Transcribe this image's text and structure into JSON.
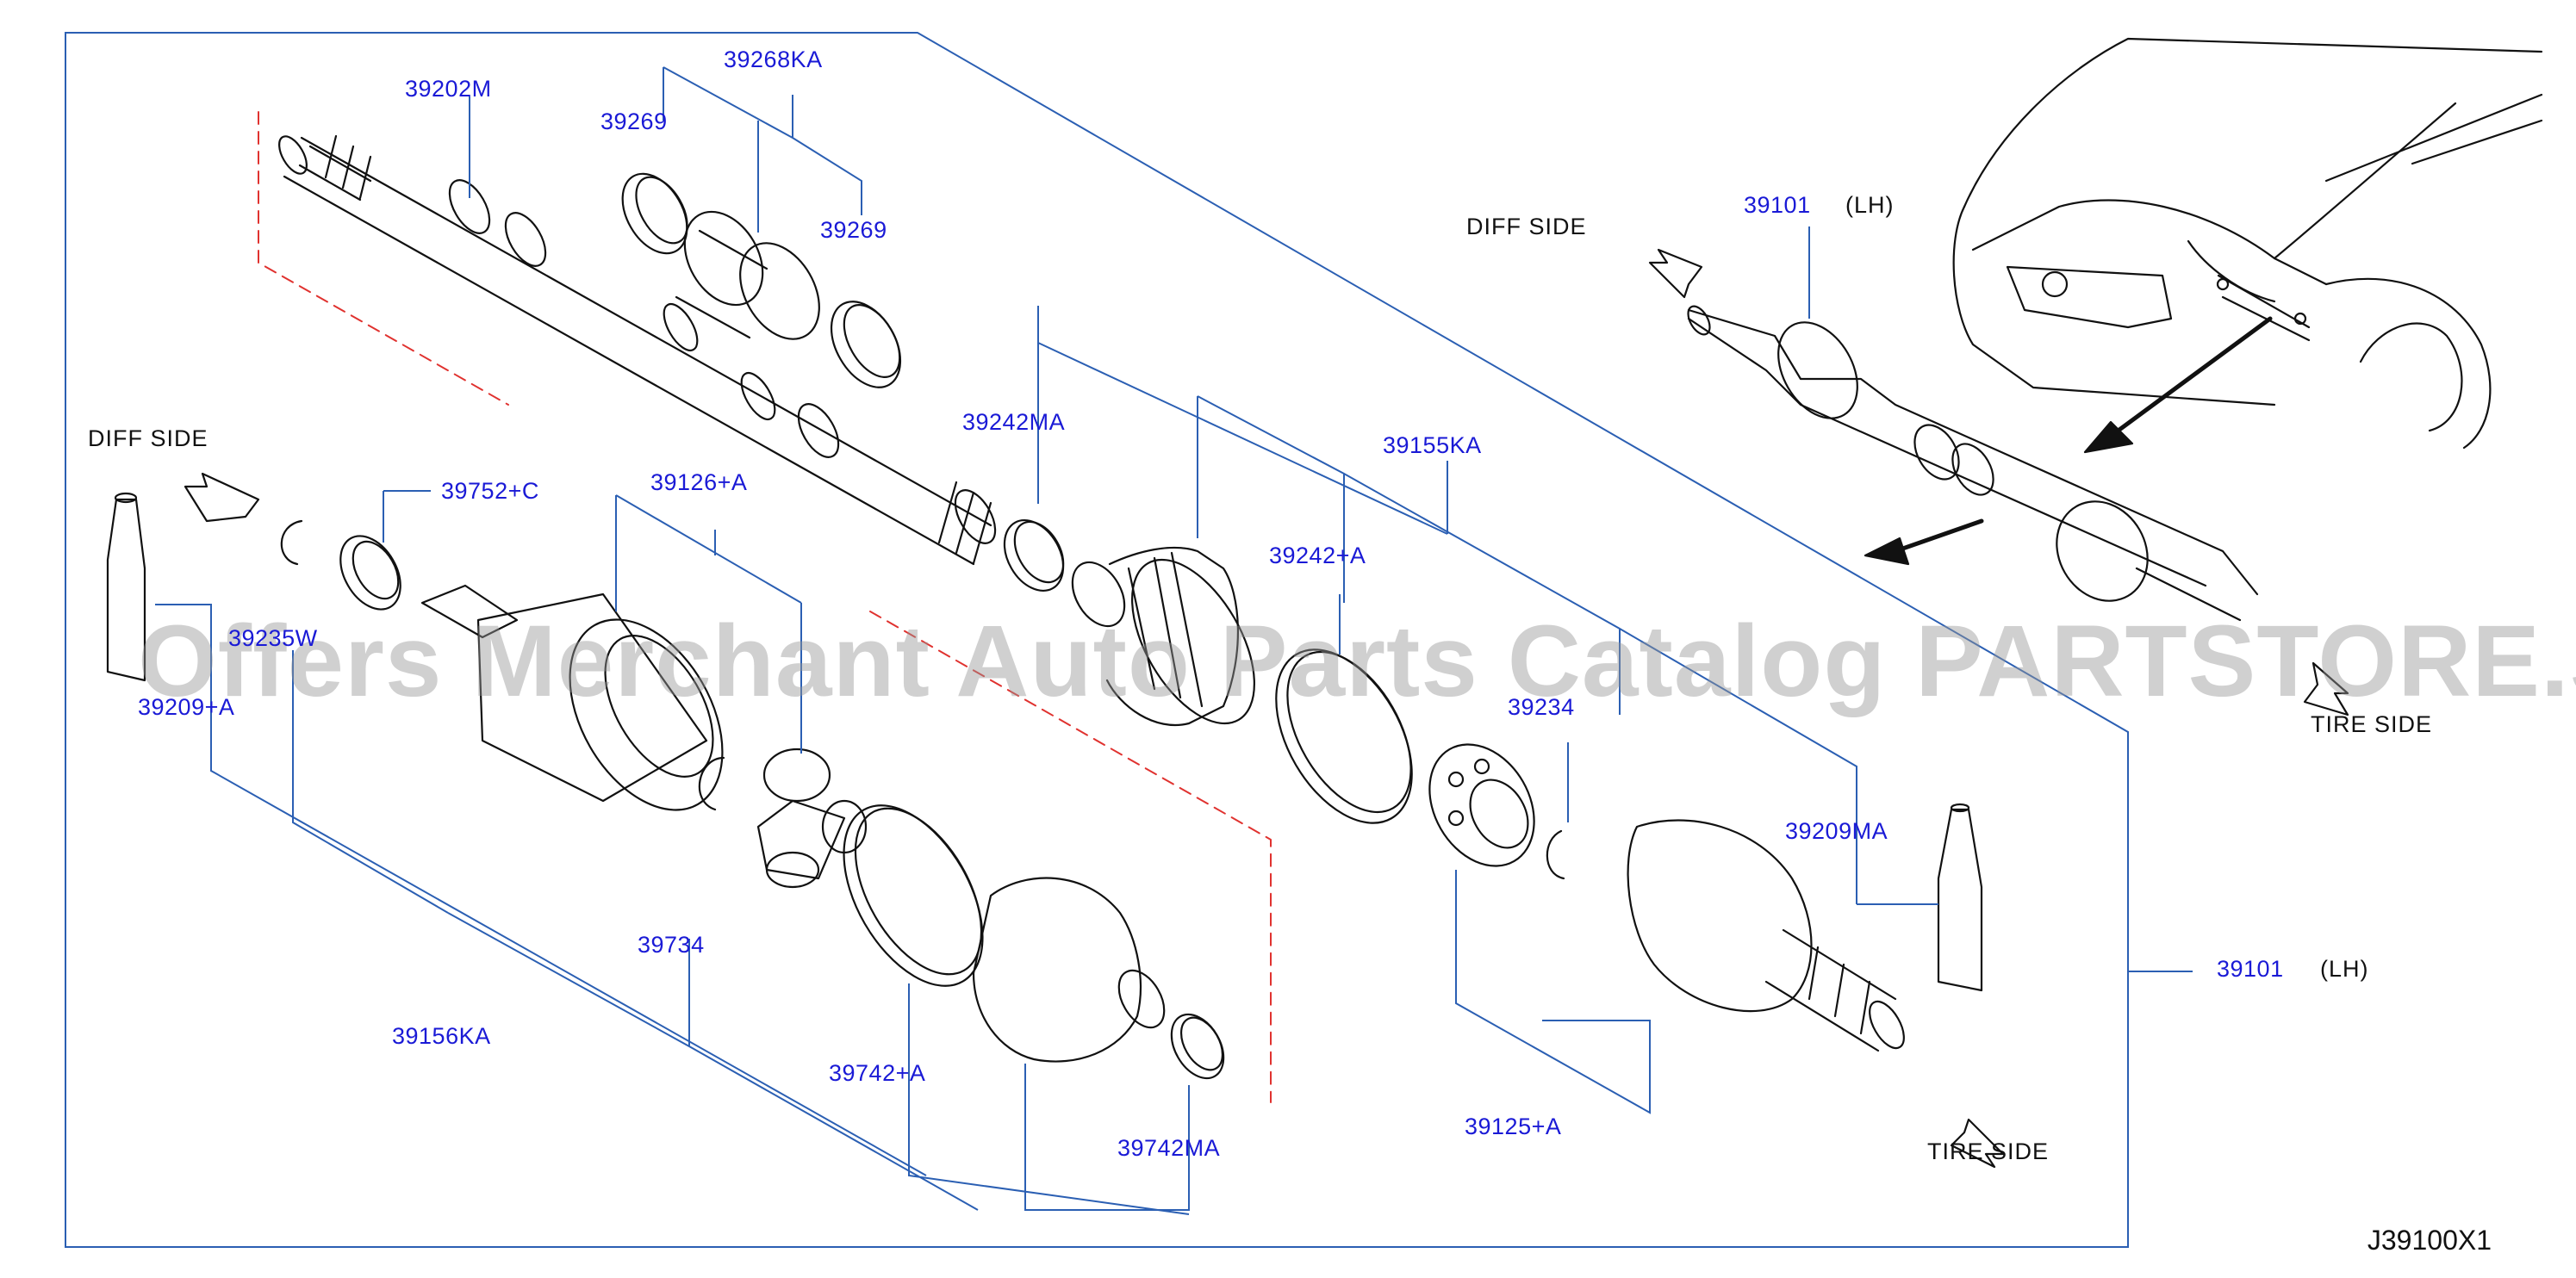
{
  "diagram_id": "J39100X1",
  "watermark": "Offers Merchant Auto Parts Catalog PARTSTORE.SA",
  "notes": {
    "diff_side": "DIFF   SIDE",
    "tire_side": "TIRE   SIDE",
    "lh": "(LH)"
  },
  "parts": {
    "p39202M": "39202M",
    "p39268KA": "39268KA",
    "p39269": "39269",
    "p39242MA": "39242MA",
    "p39155KA": "39155KA",
    "p39101": "39101",
    "p39752C": "39752+C",
    "p39126A": "39126+A",
    "p39242A": "39242+A",
    "p39235W": "39235W",
    "p39209A": "39209+A",
    "p39234": "39234",
    "p39209MA": "39209MA",
    "p39734": "39734",
    "p39156KA": "39156KA",
    "p39742A": "39742+A",
    "p39742MA": "39742MA",
    "p39125A": "39125+A"
  },
  "colors": {
    "leader": "#2b5fb3",
    "label": "#1a1ad6",
    "ink": "#111111",
    "dash": "#e0322f"
  }
}
